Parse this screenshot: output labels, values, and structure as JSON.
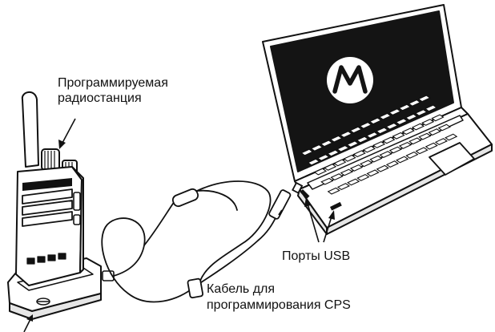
{
  "labels": {
    "radio": [
      "Программируемая",
      "радиостанция"
    ],
    "usb_ports": "Порты USB",
    "cable": [
      "Кабель для",
      "программирования CPS"
    ]
  },
  "colors": {
    "ink": "#111111",
    "screen": "#141414",
    "logo": "#ffffff",
    "paper": "#ffffff",
    "shade": "#e6e6e6"
  },
  "icons": {
    "laptop_logo": "motorola-logo-icon"
  }
}
